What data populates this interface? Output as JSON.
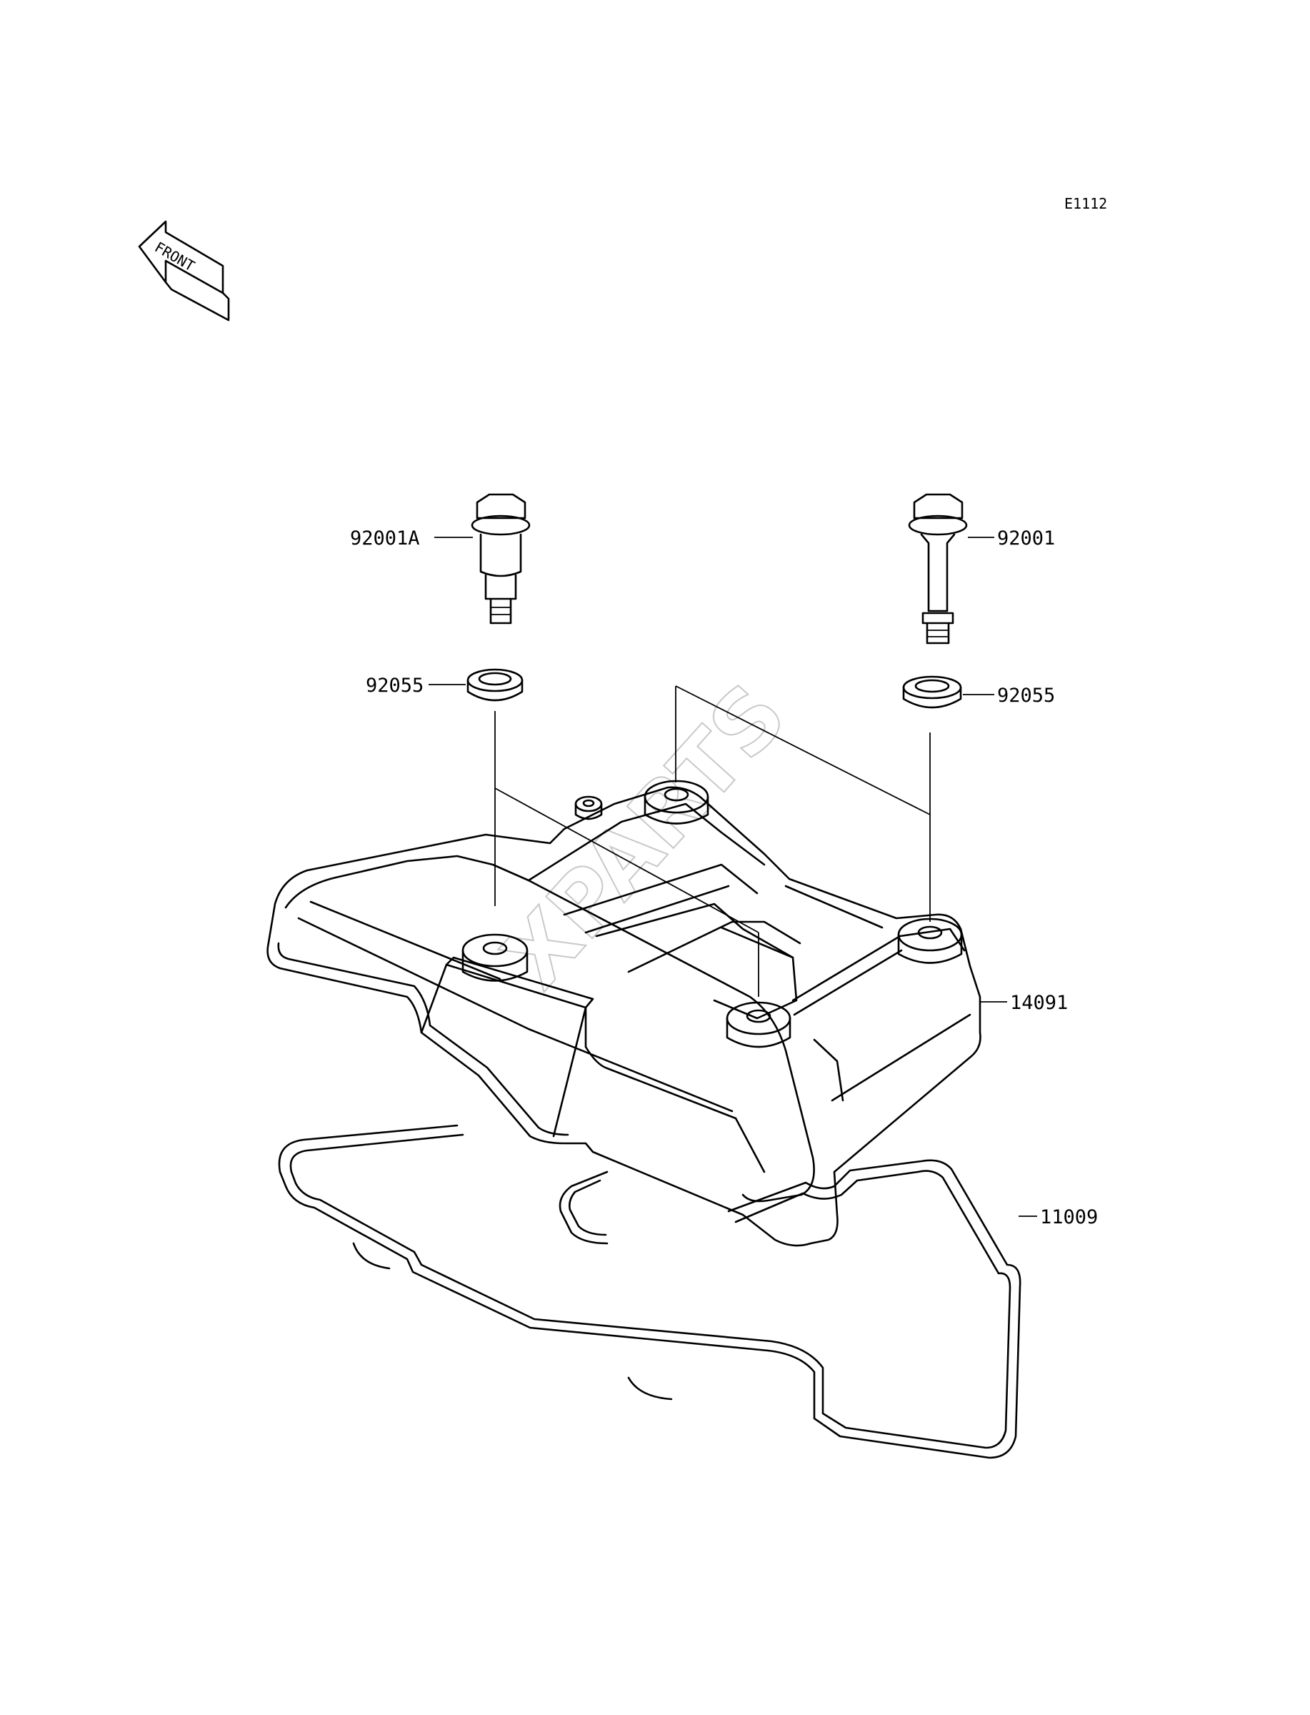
{
  "diagram_code": "E1112",
  "front_label": "FRONT",
  "watermark": "XPARTS",
  "parts": [
    {
      "id": "bolt-left",
      "number": "92001A"
    },
    {
      "id": "bolt-right",
      "number": "92001"
    },
    {
      "id": "washer-left",
      "number": "92055"
    },
    {
      "id": "washer-right",
      "number": "92055"
    },
    {
      "id": "cylinder-head-cover",
      "number": "14091"
    },
    {
      "id": "gasket",
      "number": "11009"
    }
  ]
}
